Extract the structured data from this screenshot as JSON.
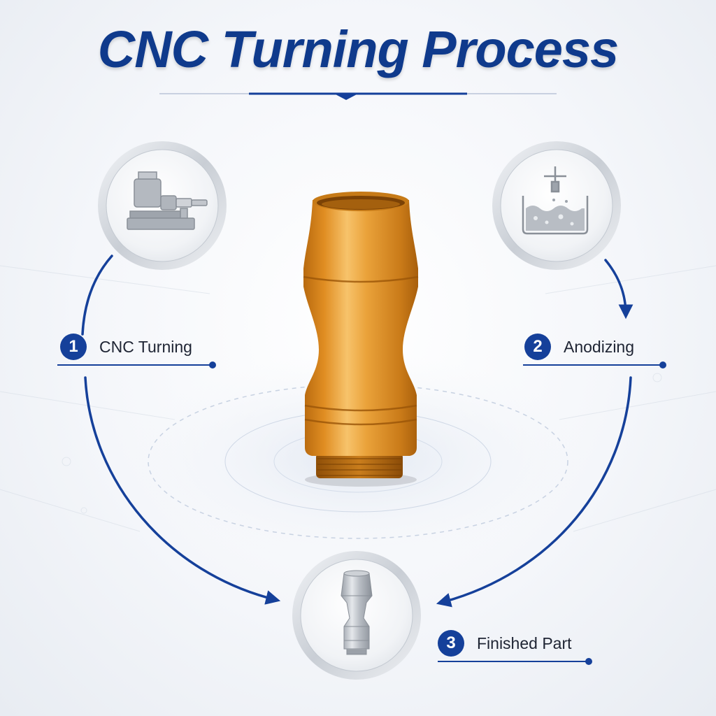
{
  "title": "CNC Turning Process",
  "colors": {
    "brand_blue": "#0f3a8c",
    "badge_blue": "#15409a",
    "part_orange": "#e39a2a",
    "icon_gray": "#9aa0a8"
  },
  "steps": [
    {
      "number": "1",
      "label": "CNC Turning",
      "icon": "lathe-machine-icon"
    },
    {
      "number": "2",
      "label": "Anodizing",
      "icon": "anodizing-tank-icon"
    },
    {
      "number": "3",
      "label": "Finished Part",
      "icon": "finished-part-icon"
    }
  ],
  "center_image": "anodized-orange-turned-part"
}
